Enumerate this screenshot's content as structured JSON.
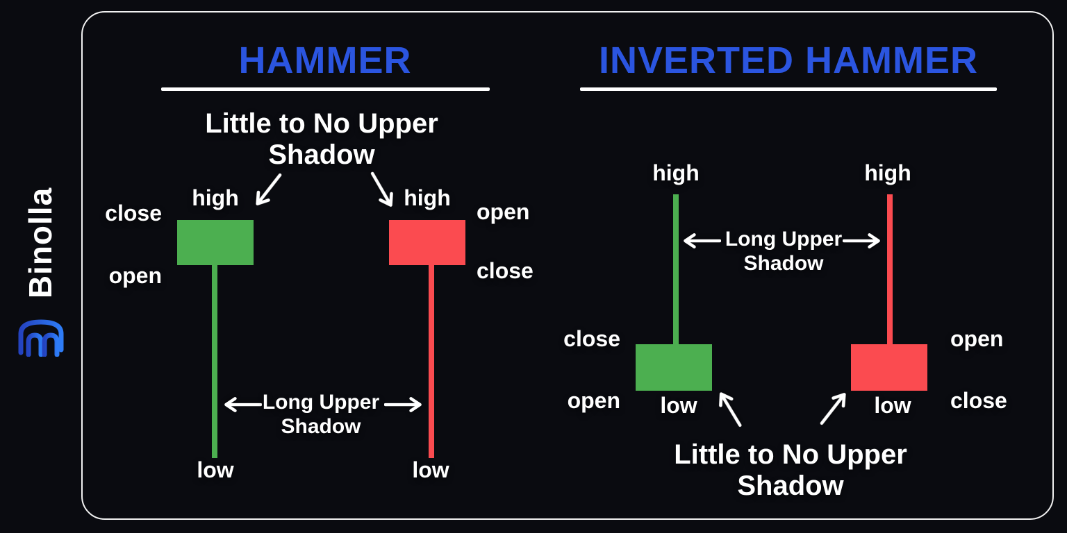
{
  "brand": {
    "name": "Binolla"
  },
  "colors": {
    "background": "#0a0b10",
    "frame_border": "#f2f2f2",
    "title_blue": "#2b55e0",
    "candle_green": "#4caf50",
    "candle_red": "#fb4b50",
    "text_white": "#ffffff",
    "logo_blue_dark": "#2443c0",
    "logo_blue_light": "#2e7cf6"
  },
  "hammer": {
    "title": "HAMMER",
    "upper_note_line1": "Little to No Upper",
    "upper_note_line2": "Shadow",
    "shadow_note_line1": "Long Upper",
    "shadow_note_line2": "Shadow",
    "bullish_candle": {
      "high_label": "high",
      "close_label": "close",
      "open_label": "open",
      "low_label": "low"
    },
    "bearish_candle": {
      "high_label": "high",
      "open_label": "open",
      "close_label": "close",
      "low_label": "low"
    }
  },
  "inverted_hammer": {
    "title": "INVERTED HAMMER",
    "shadow_note_line1": "Long Upper",
    "shadow_note_line2": "Shadow",
    "lower_note_line1": "Little to No Upper",
    "lower_note_line2": "Shadow",
    "bullish_candle": {
      "high_label": "high",
      "close_label": "close",
      "open_label": "open",
      "low_label": "low"
    },
    "bearish_candle": {
      "high_label": "high",
      "open_label": "open",
      "close_label": "close",
      "low_label": "low"
    }
  }
}
